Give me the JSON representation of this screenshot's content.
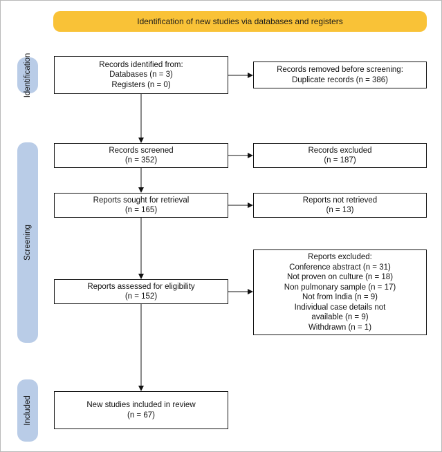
{
  "header": {
    "title": "Identification of new studies via databases and registers"
  },
  "phases": {
    "identification": "Identification",
    "screening": "Screening",
    "included": "Included"
  },
  "boxes": {
    "identified": {
      "lines": [
        "Records identified from:",
        "Databases (n = 3)",
        "Registers (n = 0)"
      ]
    },
    "removed": {
      "lines": [
        "Records removed before screening:",
        "Duplicate records (n = 386)"
      ]
    },
    "screened": {
      "lines": [
        "Records screened",
        "(n = 352)"
      ]
    },
    "excluded": {
      "lines": [
        "Records excluded",
        "(n = 187)"
      ]
    },
    "sought": {
      "lines": [
        "Reports sought for retrieval",
        "(n = 165)"
      ]
    },
    "not_retrieved": {
      "lines": [
        "Reports not retrieved",
        "(n = 13)"
      ]
    },
    "assessed": {
      "lines": [
        "Reports assessed for eligibility",
        "(n = 152)"
      ]
    },
    "reports_excluded": {
      "lines": [
        "Reports excluded:",
        "Conference abstract (n = 31)",
        "Not proven on culture (n = 18)",
        "Non pulmonary sample (n = 17)",
        "Not from India (n = 9)",
        "Individual case details not",
        "available (n = 9)",
        "Withdrawn (n = 1)"
      ]
    },
    "included": {
      "lines": [
        "New studies included in review",
        "(n = 67)"
      ]
    }
  },
  "colors": {
    "header": "#f9c237",
    "phase": "#b9cce7",
    "line": "#111111"
  }
}
